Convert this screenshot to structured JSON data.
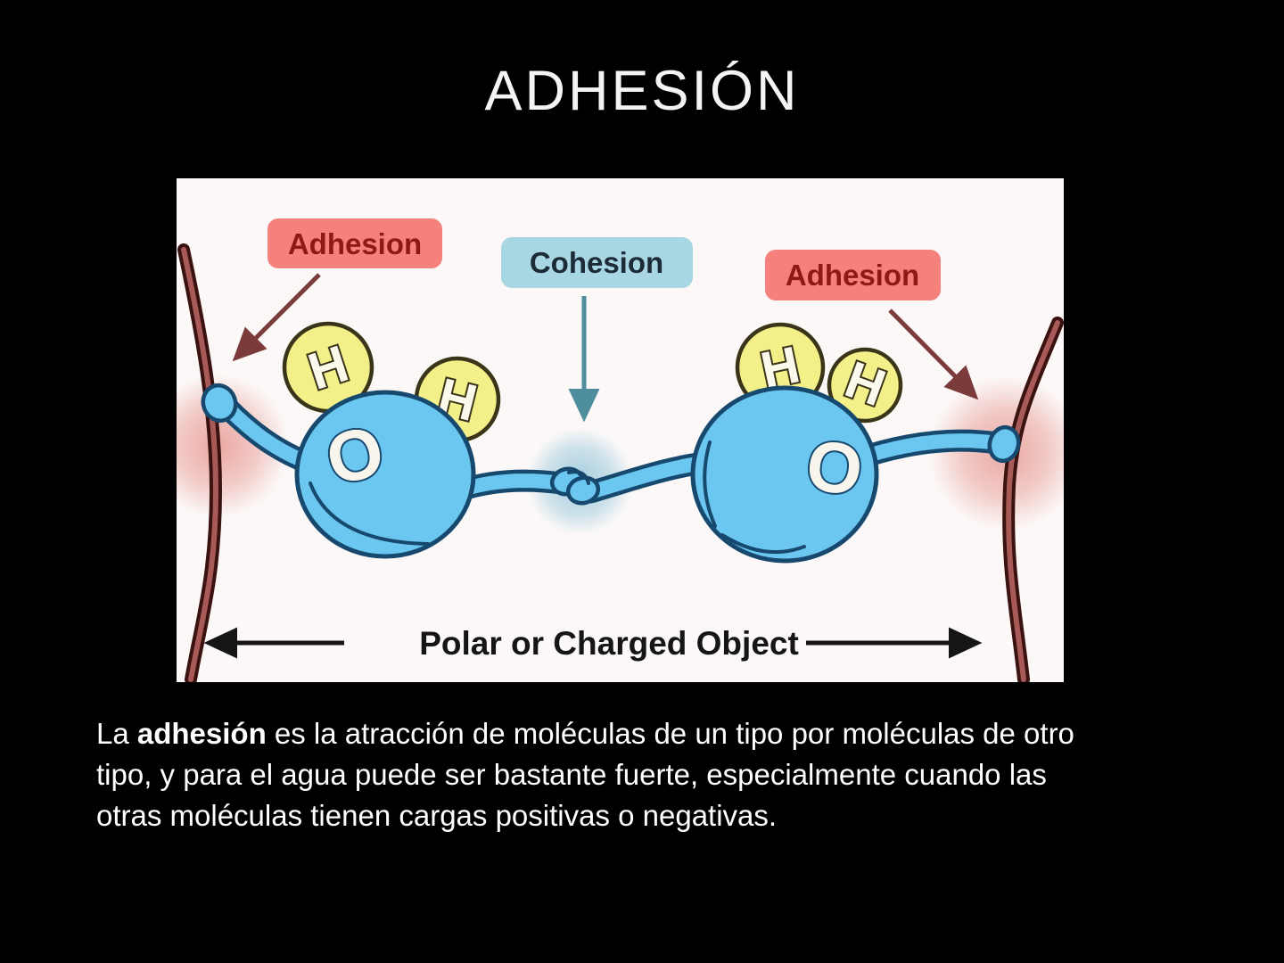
{
  "slide": {
    "title": "ADHESIÓN",
    "background_color": "#000000",
    "title_color": "#F4F4F4"
  },
  "diagram": {
    "labels": {
      "adhesion_left": "Adhesion",
      "cohesion": "Cohesion",
      "adhesion_right": "Adhesion",
      "bottom": "Polar or Charged Object"
    },
    "molecules": {
      "oxygen": "O",
      "hydrogen": "H"
    },
    "colors": {
      "panel_background": "#FBF8F7",
      "adhesion_label_bg": "#F5817C",
      "adhesion_label_text": "#8E1B12",
      "cohesion_label_bg": "#A9D6E3",
      "cohesion_label_text": "#1C2B38",
      "molecule_body": "#6BC6F0",
      "molecule_outline": "#17496F",
      "hydrogen_fill": "#F3F08A",
      "hydrogen_outline": "#3A3418",
      "wall_dark": "#3A1210",
      "wall_light": "#A85A58",
      "pink_glow": "#E89A94",
      "blue_glow": "#8FC3D8",
      "adhesion_arrow": "#7B3B3B",
      "cohesion_arrow": "#4E8E9C",
      "bottom_arrow_text": "#151515"
    }
  },
  "body": {
    "lines": [
      {
        "pre": "La ",
        "bold": "adhesión",
        "post": " es la atracción de moléculas de un tipo por moléculas de otro"
      },
      {
        "text": "tipo, y para el agua puede ser bastante fuerte, especialmente cuando las"
      },
      {
        "text": "otras moléculas tienen cargas positivas o negativas."
      }
    ]
  }
}
